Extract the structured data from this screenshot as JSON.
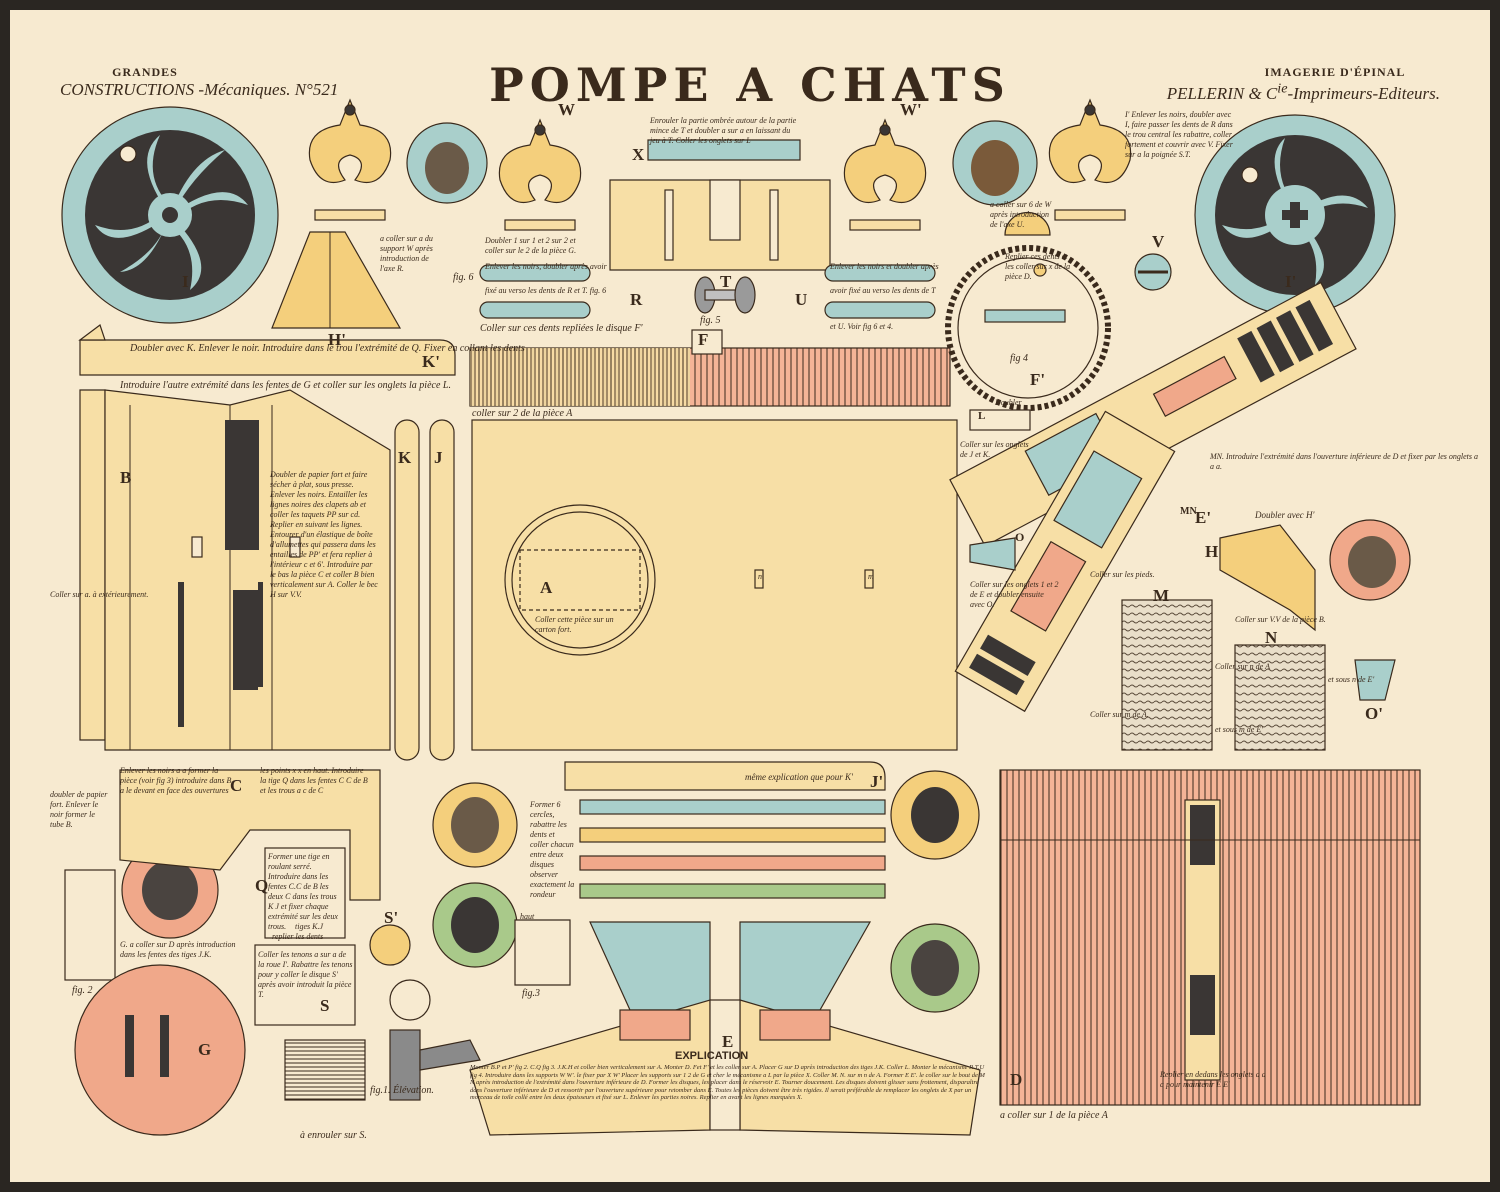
{
  "header": {
    "series_top": "GRANDES",
    "series": "CONSTRUCTIONS -Mécaniques. N°521",
    "title": "POMPE A CHATS",
    "imprint_top": "IMAGERIE D'ÉPINAL",
    "imprint": "PELLERIN & C<sup>ie</sup>-Imprimeurs-Editeurs."
  },
  "labels": {
    "I": "I",
    "I2": "I'",
    "H2": "H'",
    "K2": "K'",
    "B": "B",
    "K": "K",
    "J": "J",
    "X": "X",
    "R": "R",
    "U": "U",
    "F": "F",
    "V": "V",
    "W": "W",
    "W2": "W'",
    "T": "T",
    "A": "A",
    "E": "E",
    "E2": "E'",
    "MN": "MN",
    "H": "H",
    "M": "M",
    "N": "N",
    "O": "O",
    "O2": "O'",
    "L": "L",
    "C": "C",
    "Q": "Q",
    "S": "S",
    "S2": "S'",
    "G": "G",
    "J2": "J'",
    "D": "D",
    "F2": "F'"
  },
  "captions": {
    "doubler_k": "Doubler avec K. Enlever le noir. Introduire dans le trou l'extrémité de Q. Fixer en collant les dents",
    "introduire_g": "Introduire l'autre extrémité dans les fentes de G et coller sur les onglets la pièce L.",
    "coller_2A": "coller sur 2 de la pièce A",
    "coller_dents_F": "Coller sur ces dents repliées le disque F'",
    "enrouler_x": "Enrouler la partie ombrée autour de la partie mince de T et doubler a sur a en laissant du jeu à T. Coller les onglets sur L",
    "doubler_1": "Doubler 1 sur 1 et 2 sur 2 et coller sur le 2 de la pièce G.",
    "enlever_noirs_r": "Enlever les noirs, doubler après avoir",
    "fixe_verso_r": "fixé au verso les dents de R et T. fig. 6",
    "enlever_noirs_u": "Enlever les noirs et doubler après",
    "fixe_verso_u": "avoir fixé au verso les dents de T",
    "fixe_u2": "et U. Voir fig 6 et 4.",
    "enlever_I": "I' Enlever les noirs, doubler avec I, faire passer les dents de R dans le trou central les rabattre, coller fortement et couvrir avec V. Fixer sur a la poignée S.T.",
    "coller_a_W": "a coller sur a du support W après introduction de l'axe R.",
    "coller_a_W2": "a coller sur 6 de W après introduction de l'axe U.",
    "replier_dents": "Replier ces dents et les coller sur x de la pièce D.",
    "fig4": "fig 4",
    "fig5": "fig. 5",
    "fig6": "fig. 6",
    "doubler_L": "Doubler",
    "coller_onglets_JK": "Coller sur les onglets de J et K.",
    "mn_intro": "MN. Introduire l'extrémité dans l'ouverture inférieure de D et fixer par les onglets a a a.",
    "doubler_H": "Doubler avec H'",
    "coller_VV_B": "Coller sur V.V de la pièce B.",
    "coller_onglets_E": "Coller sur les onglets 1 et 2 de E et doubler ensuite avec O.",
    "coller_pieds": "Coller sur les pieds.",
    "coller_m_A": "Coller sur m de A.",
    "coller_n_E": "et sous m de E'",
    "coller_n_A": "Coller sur n de A",
    "coller_n_E2": "et sous n de E'",
    "coller_carton": "Coller cette pièce sur un carton fort.",
    "b_text": "Doubler de papier fort et faire sécher à plat, sous presse. Enlever les noirs. Entailler les lignes noires des clapets ab et coller les taquets PP sur cd. Replier en suivant les lignes. Entourer d'un élastique de boîte d'allumettes qui passera dans les entailles de PP' et fera replier à l'intérieur c et 6'. Introduire par le bas la pièce C et coller B bien verticalement sur A. Coller le bec H sur V.V.",
    "coller_exterieur": "Coller sur a. à extérieurement.",
    "meme_expl": "même explication que pour K'",
    "c_text1": "Enlever les noirs a a former la pièce (voir fig 3) introduire dans B a le devant en face des ouvertures",
    "c_text2": "les points x x en haut. Introduire la tige Q dans les fentes C C de B et les trous a c de C",
    "c_doubler": "doubler de papier fort. Enlever le noir former le tube B.",
    "q_text": "Former une tige en roulant serré. Introduire dans les fentes C.C de B les deux C dans les trous K J et fixer chaque extrémité sur les deux trous.",
    "q_tiges": "tiges K.J",
    "q_replier": "replier les dents",
    "s_text": "Coller les tenons a sur a de la roue I'. Rabattre les tenons pour y coller le disque S' après avoir introduit la pièce T.",
    "g_caption": "G. a coller sur D après introduction dans les fentes des tiges J.K.",
    "fig1": "fig.1.   Élévation.",
    "fig2": "fig. 2",
    "fig3": "fig.3",
    "haut": "haut",
    "enrouler_S": "à enrouler sur S.",
    "former_disques": "Former 6 cercles, rabattre les dents et coller chacun entre deux disques observer exactement la rondeur",
    "replier_onglets": "Replier en dedans les onglets a a a pour maintenir E E'",
    "coller_1A": "a coller sur 1 de la pièce A",
    "explication_title": "EXPLICATION",
    "explication_body": "Monter B.P et P' fig 2. C.Q fig 3. J.K.H et coller bien verticalement sur A. Monter D. Fet F' et les coller sur A. Placer G sur D après introduction des tiges J.K. Coller L. Monter le mécanisme R.T.U fig 4. Introduire dans les supports W W'. le fixer par X W' Placer les supports sur 1 2 de G et cher le mécanisme a L par la pièce X. Coller M. N. sur m n de A. Former E E'. le coller sur le bout de M N après introduction de l'extrémité dans l'ouverture inférieure de D. Former les disques, les placer dans le réservoir E. Tourner doucement. Les disques doivent glisser sans frottement, disparaître dans l'ouverture inférieure de D et ressortir par l'ouverture supérieure pour retomber dans E. Toutes les pièces doivent être très rigides. Il serait préférable de remplacer les onglets de X par un morceau de toile collé entre les deux épaisseurs et fixé sur L. Enlever les parties noires. Replier en avant les lignes marquées X.",
    "n_label": "n",
    "m_label": "m",
    "doubler_side": "Replier en dedans les onglets a a"
  },
  "colors": {
    "paper": "#f7ead0",
    "ink": "#3a2a1c",
    "blue": "#a9cfcb",
    "yellow": "#f4cf7c",
    "cream": "#f7dfa6",
    "pink": "#f0a88a",
    "green": "#a9c98a"
  },
  "icons": [
    "cat-portrait-icon",
    "wheel-icon",
    "ornament-support-icon",
    "pump-machine-icon"
  ]
}
